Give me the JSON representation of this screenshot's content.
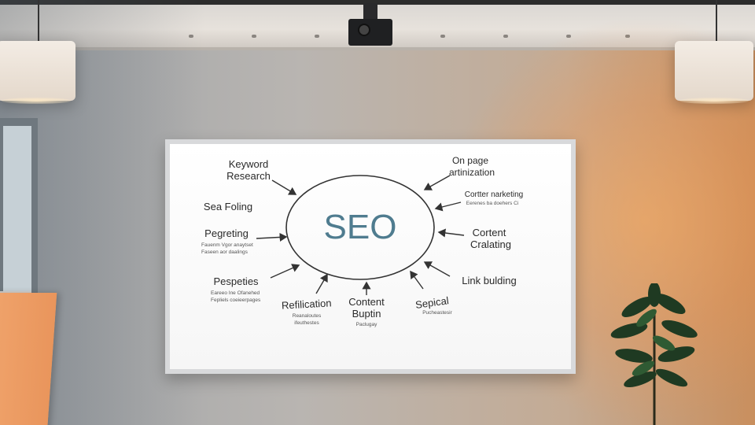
{
  "board": {
    "center": "SEO",
    "topics": [
      {
        "label": "Keyword",
        "label2": "Research"
      },
      {
        "label": "Sea Foling"
      },
      {
        "label": "Pegreting",
        "sub1": "Fauenm Vgor anaytset",
        "sub2": "Faseen aor daalings"
      },
      {
        "label": "Pespeties",
        "sub1": "Eareeo Ine Ofanehed",
        "sub2": "Fepliels coeieerpages"
      },
      {
        "label": "Refilication",
        "sub1": "Reanaloutes",
        "sub2": "ifeuthestes"
      },
      {
        "label": "Content",
        "label2": "Buptin",
        "sub1": "Paclugay"
      },
      {
        "label": "Sepical",
        "sub1": "Pucheastesir"
      },
      {
        "label": "Link bulding"
      },
      {
        "label": "Cortent",
        "label2": "Cralating"
      },
      {
        "label": "Cortter narketing",
        "sub1": "Eerenes ba doehers Ci"
      },
      {
        "label": "On page",
        "label2": "artinization"
      }
    ]
  }
}
